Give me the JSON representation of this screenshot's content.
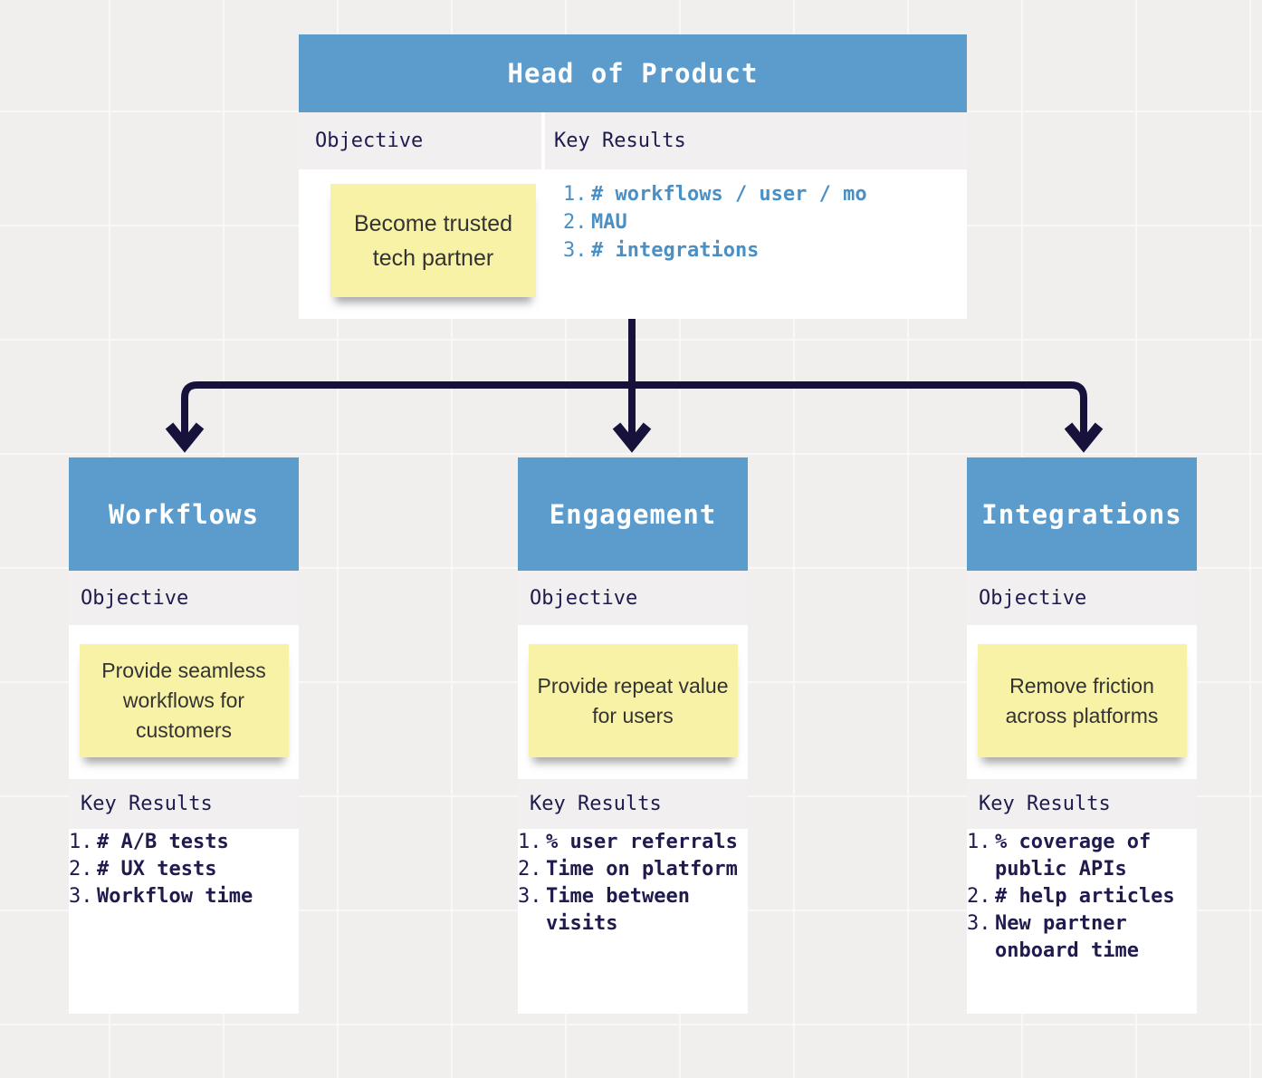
{
  "diagram": {
    "root": {
      "title": "Head of Product",
      "objective_label": "Objective",
      "key_results_label": "Key Results",
      "objective_note": "Become trusted tech partner",
      "key_results": [
        "# workflows / user / mo",
        "MAU",
        "# integrations"
      ]
    },
    "children": [
      {
        "title": "Workflows",
        "objective_label": "Objective",
        "key_results_label": "Key Results",
        "objective_note": "Provide seamless workflows for customers",
        "key_results": [
          "# A/B tests",
          "# UX tests",
          "Workflow time"
        ]
      },
      {
        "title": "Engagement",
        "objective_label": "Objective",
        "key_results_label": "Key Results",
        "objective_note": "Provide repeat value for users",
        "key_results": [
          "% user referrals",
          "Time on platform",
          "Time between visits"
        ]
      },
      {
        "title": "Integrations",
        "objective_label": "Objective",
        "key_results_label": "Key Results",
        "objective_note": "Remove friction across platforms",
        "key_results": [
          "% coverage of public APIs",
          "# help articles",
          "New partner onboard time"
        ]
      }
    ]
  },
  "colors": {
    "header_blue": "#5b9ccd",
    "key_result_blue": "#4a90c5",
    "navy_text": "#1f1b4e",
    "connector_navy": "#16123c",
    "sticky_yellow": "#f7f2a6",
    "section_strip_gray": "#f1efef",
    "canvas_gray": "#f0efed",
    "card_white": "#ffffff"
  }
}
